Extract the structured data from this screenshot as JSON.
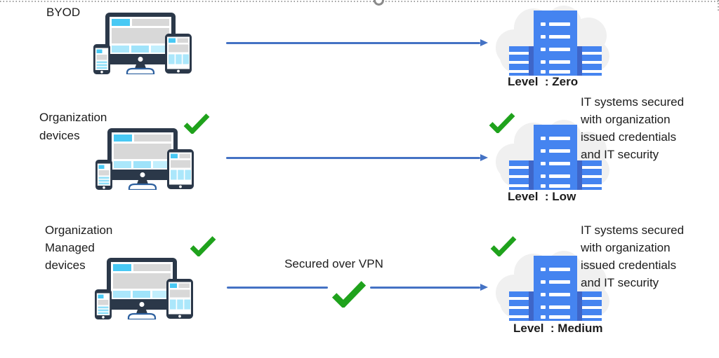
{
  "slide": {
    "placeholder_border": "dashed-top-edge",
    "handle": "shape-selection-handle"
  },
  "rows": [
    {
      "id": "byod",
      "label_lines": [
        "BYOD"
      ],
      "has_left_check": false,
      "arrow": {
        "label": "",
        "has_check": false
      },
      "has_right_check": false,
      "level_label": "Level  : Zero",
      "description_lines": []
    },
    {
      "id": "organization-devices",
      "label_lines": [
        "Organization",
        "devices"
      ],
      "has_left_check": true,
      "arrow": {
        "label": "",
        "has_check": false
      },
      "has_right_check": true,
      "level_label": "Level  : Low",
      "description_lines": [
        "IT systems secured",
        "with organization",
        "issued credentials",
        "and IT security"
      ]
    },
    {
      "id": "organization-managed-devices",
      "label_lines": [
        "Organization",
        "Managed",
        "devices"
      ],
      "has_left_check": true,
      "arrow": {
        "label": "Secured over VPN",
        "has_check": true
      },
      "has_right_check": true,
      "level_label": "Level  : Medium",
      "description_lines": [
        "IT systems secured",
        "with organization",
        "issued credentials",
        "and IT security"
      ]
    }
  ],
  "icons": {
    "devices": "responsive-devices-icon",
    "server": "cloud-server-building-icon",
    "check": "green-checkmark-icon",
    "arrow": "right-arrow-icon"
  },
  "colors": {
    "arrow_blue": "#4472C4",
    "check_green": "#1FA21C",
    "building_blue": "#4584F0",
    "building_dark_blue": "#3E66C9",
    "cloud_gray": "#F0F0F0",
    "device_frame_navy": "#2B3849",
    "accent_cyan": "#49C9F4",
    "light_cyan": "#ABE7FB",
    "block_gray": "#D8D8D8",
    "text": "#1C1C1C"
  }
}
